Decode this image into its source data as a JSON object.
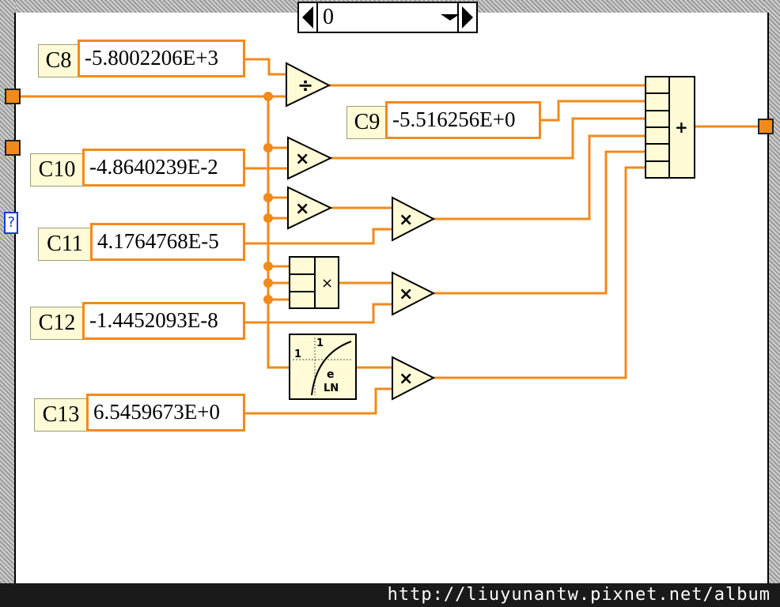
{
  "selector": {
    "value": "0"
  },
  "constants": [
    {
      "label": "C8",
      "value": "-5.8002206E+3"
    },
    {
      "label": "C9",
      "value": "-5.516256E+0"
    },
    {
      "label": "C10",
      "value": "-4.8640239E-2"
    },
    {
      "label": "C11",
      "value": "4.1764768E-5"
    },
    {
      "label": "C12",
      "value": "-1.4452093E-8"
    },
    {
      "label": "C13",
      "value": "6.5459673E+0"
    }
  ],
  "operators": {
    "divide": "÷",
    "multiply": "×",
    "compound_add": "+",
    "compound_multiply": "×",
    "ln_numbers": [
      "1",
      "1"
    ],
    "ln_letter": "e",
    "ln_label": "LN"
  },
  "unknown_terminal": "?",
  "footer": {
    "watermark": "http://liuyunantw.pixnet.net/album"
  },
  "colors": {
    "wire": "#f28a1a",
    "node_fill": "#fffbd6",
    "frame": "#9a9a9a"
  }
}
